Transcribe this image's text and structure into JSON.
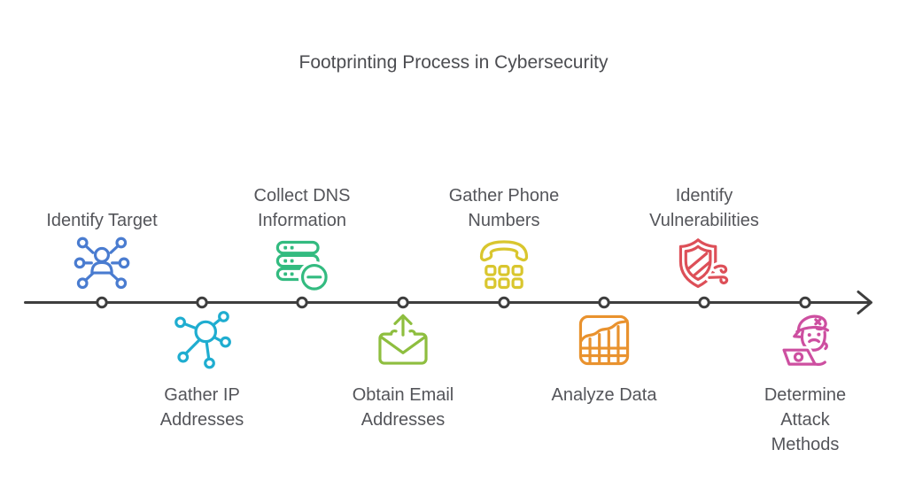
{
  "title": "Footprinting Process in Cybersecurity",
  "timeline": {
    "color": "#3e3e3e",
    "node_fill": "#ffffff"
  },
  "steps": [
    {
      "label": "Identify Target",
      "icon": "person-network-icon",
      "color": "#4a7cd0",
      "position": "top"
    },
    {
      "label": "Gather IP\nAddresses",
      "icon": "network-hub-icon",
      "color": "#1fadd0",
      "position": "bottom"
    },
    {
      "label": "Collect DNS\nInformation",
      "icon": "dns-server-icon",
      "color": "#33bb80",
      "position": "top"
    },
    {
      "label": "Obtain Email\nAddresses",
      "icon": "email-send-icon",
      "color": "#8ebe3f",
      "position": "bottom"
    },
    {
      "label": "Gather Phone\nNumbers",
      "icon": "phone-keypad-icon",
      "color": "#d9c62e",
      "position": "top"
    },
    {
      "label": "Analyze Data",
      "icon": "data-chart-icon",
      "color": "#e9922e",
      "position": "bottom"
    },
    {
      "label": "Identify\nVulnerabilities",
      "icon": "shield-vulnerability-icon",
      "color": "#dd4f58",
      "position": "top"
    },
    {
      "label": "Determine\nAttack\nMethods",
      "icon": "hacker-icon",
      "color": "#cd4fa0",
      "position": "bottom"
    }
  ]
}
